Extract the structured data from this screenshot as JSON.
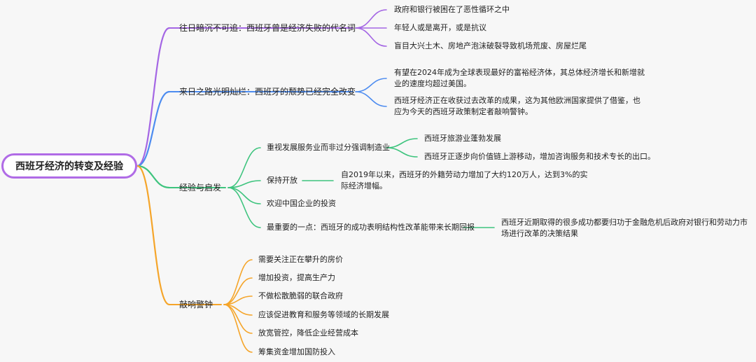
{
  "colors": {
    "purple": "#a466e4",
    "blue": "#4d8cf0",
    "green": "#3ec47e",
    "orange": "#f5a52a",
    "root_border": "#b06be6"
  },
  "root": {
    "label": "西班牙经济的转变及经验"
  },
  "branches": [
    {
      "label": "往日暗沉不可追：西班牙曾是经济失败的代名词",
      "items": [
        "政府和银行被困在了恶性循环之中",
        "年轻人或是离开，或是抗议",
        "盲目大兴土木、房地产泡沫破裂导致机场荒废、房屋烂尾"
      ]
    },
    {
      "label": "来日之路光明灿烂：西班牙的颓势已经完全改变",
      "items": [
        "有望在2024年成为全球表现最好的富裕经济体，其总体经济增长和新增就业的速度均超过美国。",
        "西班牙经济正在收获过去改革的成果，这为其他欧洲国家提供了借鉴，也应为今天的西班牙政策制定者敲响警钟。"
      ]
    },
    {
      "label": "经验与启发",
      "items": [
        {
          "label": "重视发展服务业而非过分强调制造业",
          "children": [
            "西班牙旅游业蓬勃发展",
            "西班牙正逐步向价值链上游移动，增加咨询服务和技术专长的出口。"
          ]
        },
        {
          "label": "保持开放",
          "children": [
            "自2019年以来，西班牙的外籍劳动力增加了大约120万人，达到3%的实际经济增幅。"
          ]
        },
        {
          "label": "欢迎中国企业的投资",
          "children": []
        },
        {
          "label": "最重要的一点：西班牙的成功表明结构性改革能带来长期回报",
          "children": [
            "西班牙近期取得的很多成功都要归功于金融危机后政府对银行和劳动力市场进行改革的决策结果"
          ]
        }
      ]
    },
    {
      "label": "敲响警钟",
      "items": [
        "需要关注正在攀升的房价",
        "增加投资，提高生产力",
        "不做松散脆弱的联合政府",
        "应该促进教育和服务等领域的长期发展",
        "放宽管控，降低企业经营成本",
        "筹集资金增加国防投入"
      ]
    }
  ]
}
